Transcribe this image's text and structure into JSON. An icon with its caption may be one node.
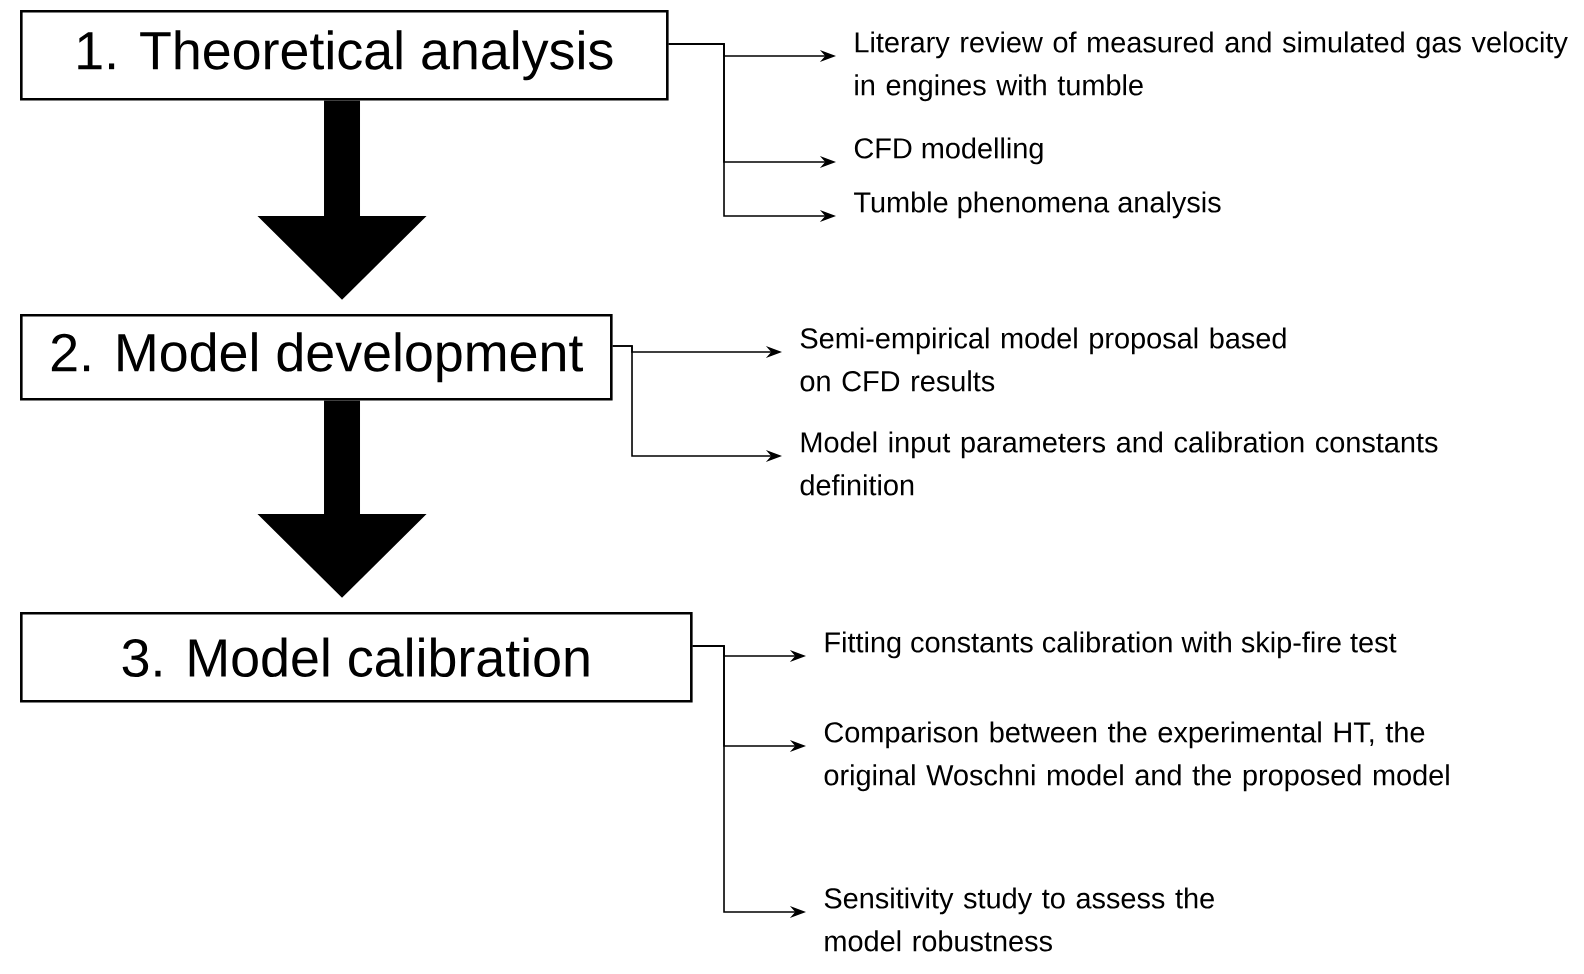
{
  "diagram": {
    "nodes": [
      {
        "text": [
          "1. Theoretical analysis"
        ]
      },
      {
        "text": [
          "Literary review of measured and simulated gas velocity in engines with tumble"
        ]
      },
      {
        "text": [
          "CFD modelling"
        ]
      },
      {
        "text": [
          "Tumble phenomena analysis"
        ]
      },
      {
        "text": [
          "2. Model development"
        ]
      },
      {
        "text": [
          "Semi-empirical model proposal based on CFD results"
        ]
      },
      {
        "text": [
          "Model input parameters and calibration constants definition"
        ]
      },
      {
        "text": [
          "3. Model calibration"
        ]
      },
      {
        "text": [
          "Fitting constants calibration with skip-fire test"
        ]
      },
      {
        "text": [
          "Comparison between the experimental HT, the original Woschni model and the proposed model"
        ]
      },
      {
        "text": [
          "Sensitivity study to assess the model robustness"
        ]
      }
    ],
    "edges": [
      {
        "from": 0,
        "to": 4,
        "arrow": "to",
        "style": "thick"
      },
      {
        "from": 4,
        "to": 7,
        "arrow": "to",
        "style": "thick"
      },
      {
        "from": 0,
        "to": 1,
        "arrow": "to"
      },
      {
        "from": 0,
        "to": 2,
        "arrow": "to"
      },
      {
        "from": 0,
        "to": 3,
        "arrow": "to"
      },
      {
        "from": 4,
        "to": 5,
        "arrow": "to"
      },
      {
        "from": 4,
        "to": 6,
        "arrow": "to"
      },
      {
        "from": 7,
        "to": 8,
        "arrow": "to"
      },
      {
        "from": 7,
        "to": 9,
        "arrow": "to"
      },
      {
        "from": 7,
        "to": 10,
        "arrow": "to"
      }
    ]
  }
}
